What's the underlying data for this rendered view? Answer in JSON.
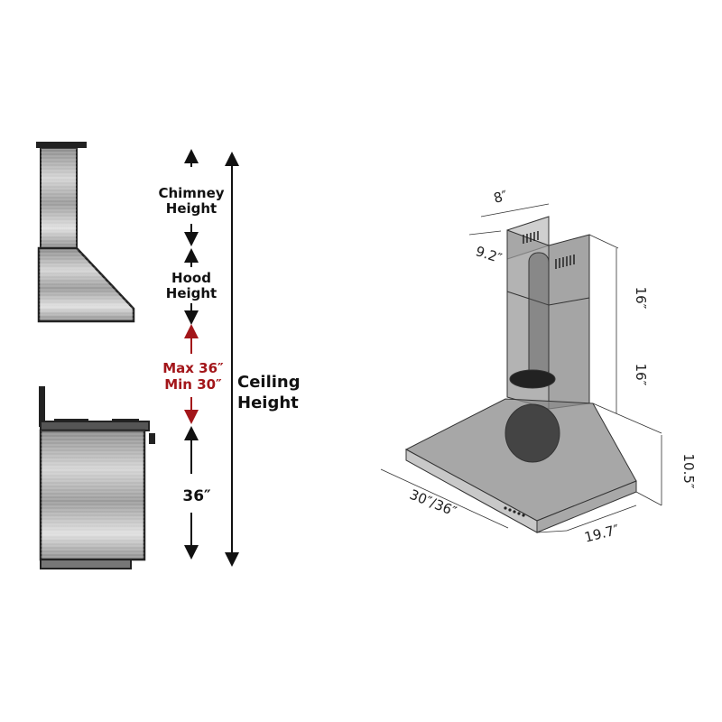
{
  "left_diagram": {
    "chimney_label": [
      "Chimney",
      "Height"
    ],
    "hood_label": [
      "Hood",
      "Height"
    ],
    "clearance_label": [
      "Max 36″",
      "Min 30″"
    ],
    "counter_label": "36″",
    "ceiling_label": [
      "Ceiling",
      "Height"
    ],
    "accent_color": "#a3161a"
  },
  "right_diagram": {
    "chimney_width": "8″",
    "chimney_depth": "9.2″",
    "upper_chimney": "16″",
    "lower_chimney": "16″",
    "hood_height": "10.5″",
    "hood_width": "30″/36″",
    "hood_depth": "19.7″"
  }
}
